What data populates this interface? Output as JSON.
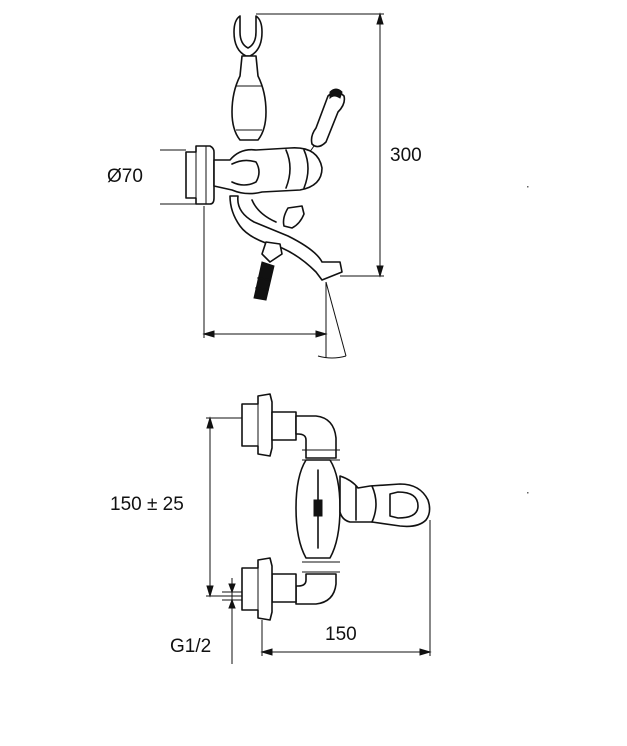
{
  "dimensions": {
    "height_label": "300",
    "diameter_label": "Ø70",
    "centers_label": "150 ± 25",
    "thread_label": "G1/2",
    "depth_label": "150"
  },
  "colors": {
    "line": "#111111",
    "background": "#ffffff"
  }
}
